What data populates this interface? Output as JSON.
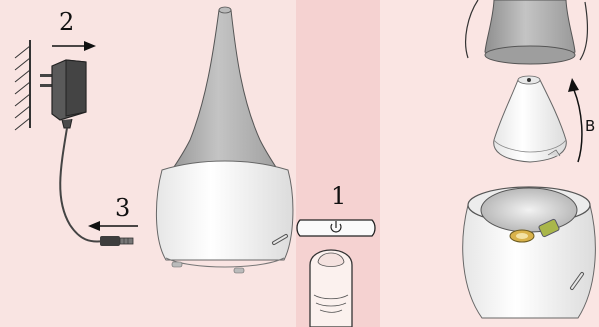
{
  "steps": {
    "one": "1",
    "two": "2",
    "three": "3"
  },
  "direction_label": "B",
  "colors": {
    "background_left": "#f9e4e2",
    "background_mid": "#f5d2d1",
    "background_right": "#fae5e3",
    "body_white": "#fbfbfb",
    "top_gray": "#a8a8a8",
    "adapter_dark": "#555555",
    "outline": "#333333"
  },
  "icons": [
    "power-icon",
    "arrow-right-icon",
    "arrow-left-icon",
    "arrow-up-curved-icon"
  ]
}
